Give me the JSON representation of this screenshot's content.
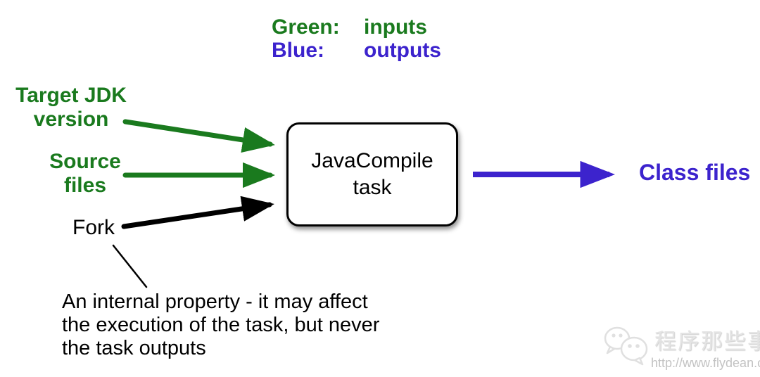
{
  "colors": {
    "green": "#1a7a1e",
    "blue": "#3c23cd",
    "black": "#000000",
    "watermark_gray": "#e4e4e4",
    "watermark_url_gray": "#c3c3c3"
  },
  "legend": {
    "rows": [
      {
        "label": "Green:",
        "value": "inputs"
      },
      {
        "label": "Blue:",
        "value": "outputs"
      }
    ]
  },
  "diagram": {
    "input_target_jdk": {
      "line1": "Target JDK",
      "line2": "version"
    },
    "input_source_files": {
      "line1": "Source",
      "line2": "files"
    },
    "input_fork": {
      "label": "Fork"
    },
    "task_box": {
      "line1": "JavaCompile",
      "line2": "task"
    },
    "output_class_files": {
      "label": "Class files"
    }
  },
  "annotation": {
    "line1": "An internal property - it may affect",
    "line2": "the execution of the task, but never",
    "line3": "the task outputs"
  },
  "watermark": {
    "site_name": "程序那些事",
    "url": "http://www.flydean.com"
  }
}
